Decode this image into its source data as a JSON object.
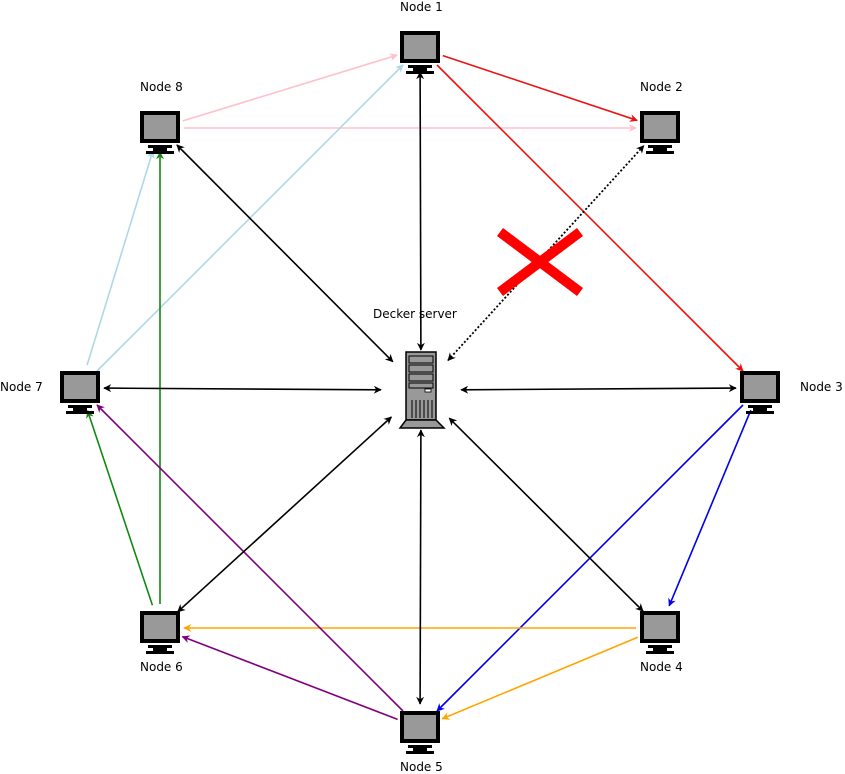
{
  "server": {
    "label": "Decker server"
  },
  "nodes": [
    {
      "id": "n1",
      "label": "Node 1"
    },
    {
      "id": "n2",
      "label": "Node 2"
    },
    {
      "id": "n3",
      "label": "Node 3"
    },
    {
      "id": "n4",
      "label": "Node 4"
    },
    {
      "id": "n5",
      "label": "Node 5"
    },
    {
      "id": "n6",
      "label": "Node 6"
    },
    {
      "id": "n7",
      "label": "Node 7"
    },
    {
      "id": "n8",
      "label": "Node 8"
    }
  ],
  "colors": {
    "pink": "#ffc0cb",
    "red": "#ee1111",
    "lightblue": "#add8e6",
    "green": "#118811",
    "blue": "#0000ee",
    "orange": "#ffa500",
    "purple": "#800080",
    "black": "#000000",
    "cross": "#ff0000"
  },
  "edges": [
    {
      "from": "n8",
      "to": "n1",
      "color": "pink"
    },
    {
      "from": "n8",
      "to": "n2",
      "color": "pink"
    },
    {
      "from": "n1",
      "to": "n2",
      "color": "red"
    },
    {
      "from": "n1",
      "to": "n3",
      "color": "red"
    },
    {
      "from": "n7",
      "to": "n1",
      "color": "lightblue"
    },
    {
      "from": "n7",
      "to": "n8",
      "color": "lightblue"
    },
    {
      "from": "n6",
      "to": "n8",
      "color": "green"
    },
    {
      "from": "n6",
      "to": "n7",
      "color": "green"
    },
    {
      "from": "n3",
      "to": "n4",
      "color": "blue"
    },
    {
      "from": "n3",
      "to": "n5",
      "color": "blue"
    },
    {
      "from": "n4",
      "to": "n6",
      "color": "orange"
    },
    {
      "from": "n4",
      "to": "n5",
      "color": "orange"
    },
    {
      "from": "n5",
      "to": "n7",
      "color": "purple"
    },
    {
      "from": "n5",
      "to": "n6",
      "color": "purple"
    },
    {
      "from": "server",
      "to": "n1",
      "color": "black",
      "bidirectional": true
    },
    {
      "from": "server",
      "to": "n3",
      "color": "black",
      "bidirectional": true
    },
    {
      "from": "server",
      "to": "n4",
      "color": "black",
      "bidirectional": true
    },
    {
      "from": "server",
      "to": "n5",
      "color": "black",
      "bidirectional": true
    },
    {
      "from": "server",
      "to": "n6",
      "color": "black",
      "bidirectional": true
    },
    {
      "from": "server",
      "to": "n7",
      "color": "black",
      "bidirectional": true
    },
    {
      "from": "server",
      "to": "n8",
      "color": "black",
      "bidirectional": true
    },
    {
      "from": "server",
      "to": "n2",
      "color": "black",
      "bidirectional": true,
      "style": "dotted",
      "broken": true
    }
  ]
}
